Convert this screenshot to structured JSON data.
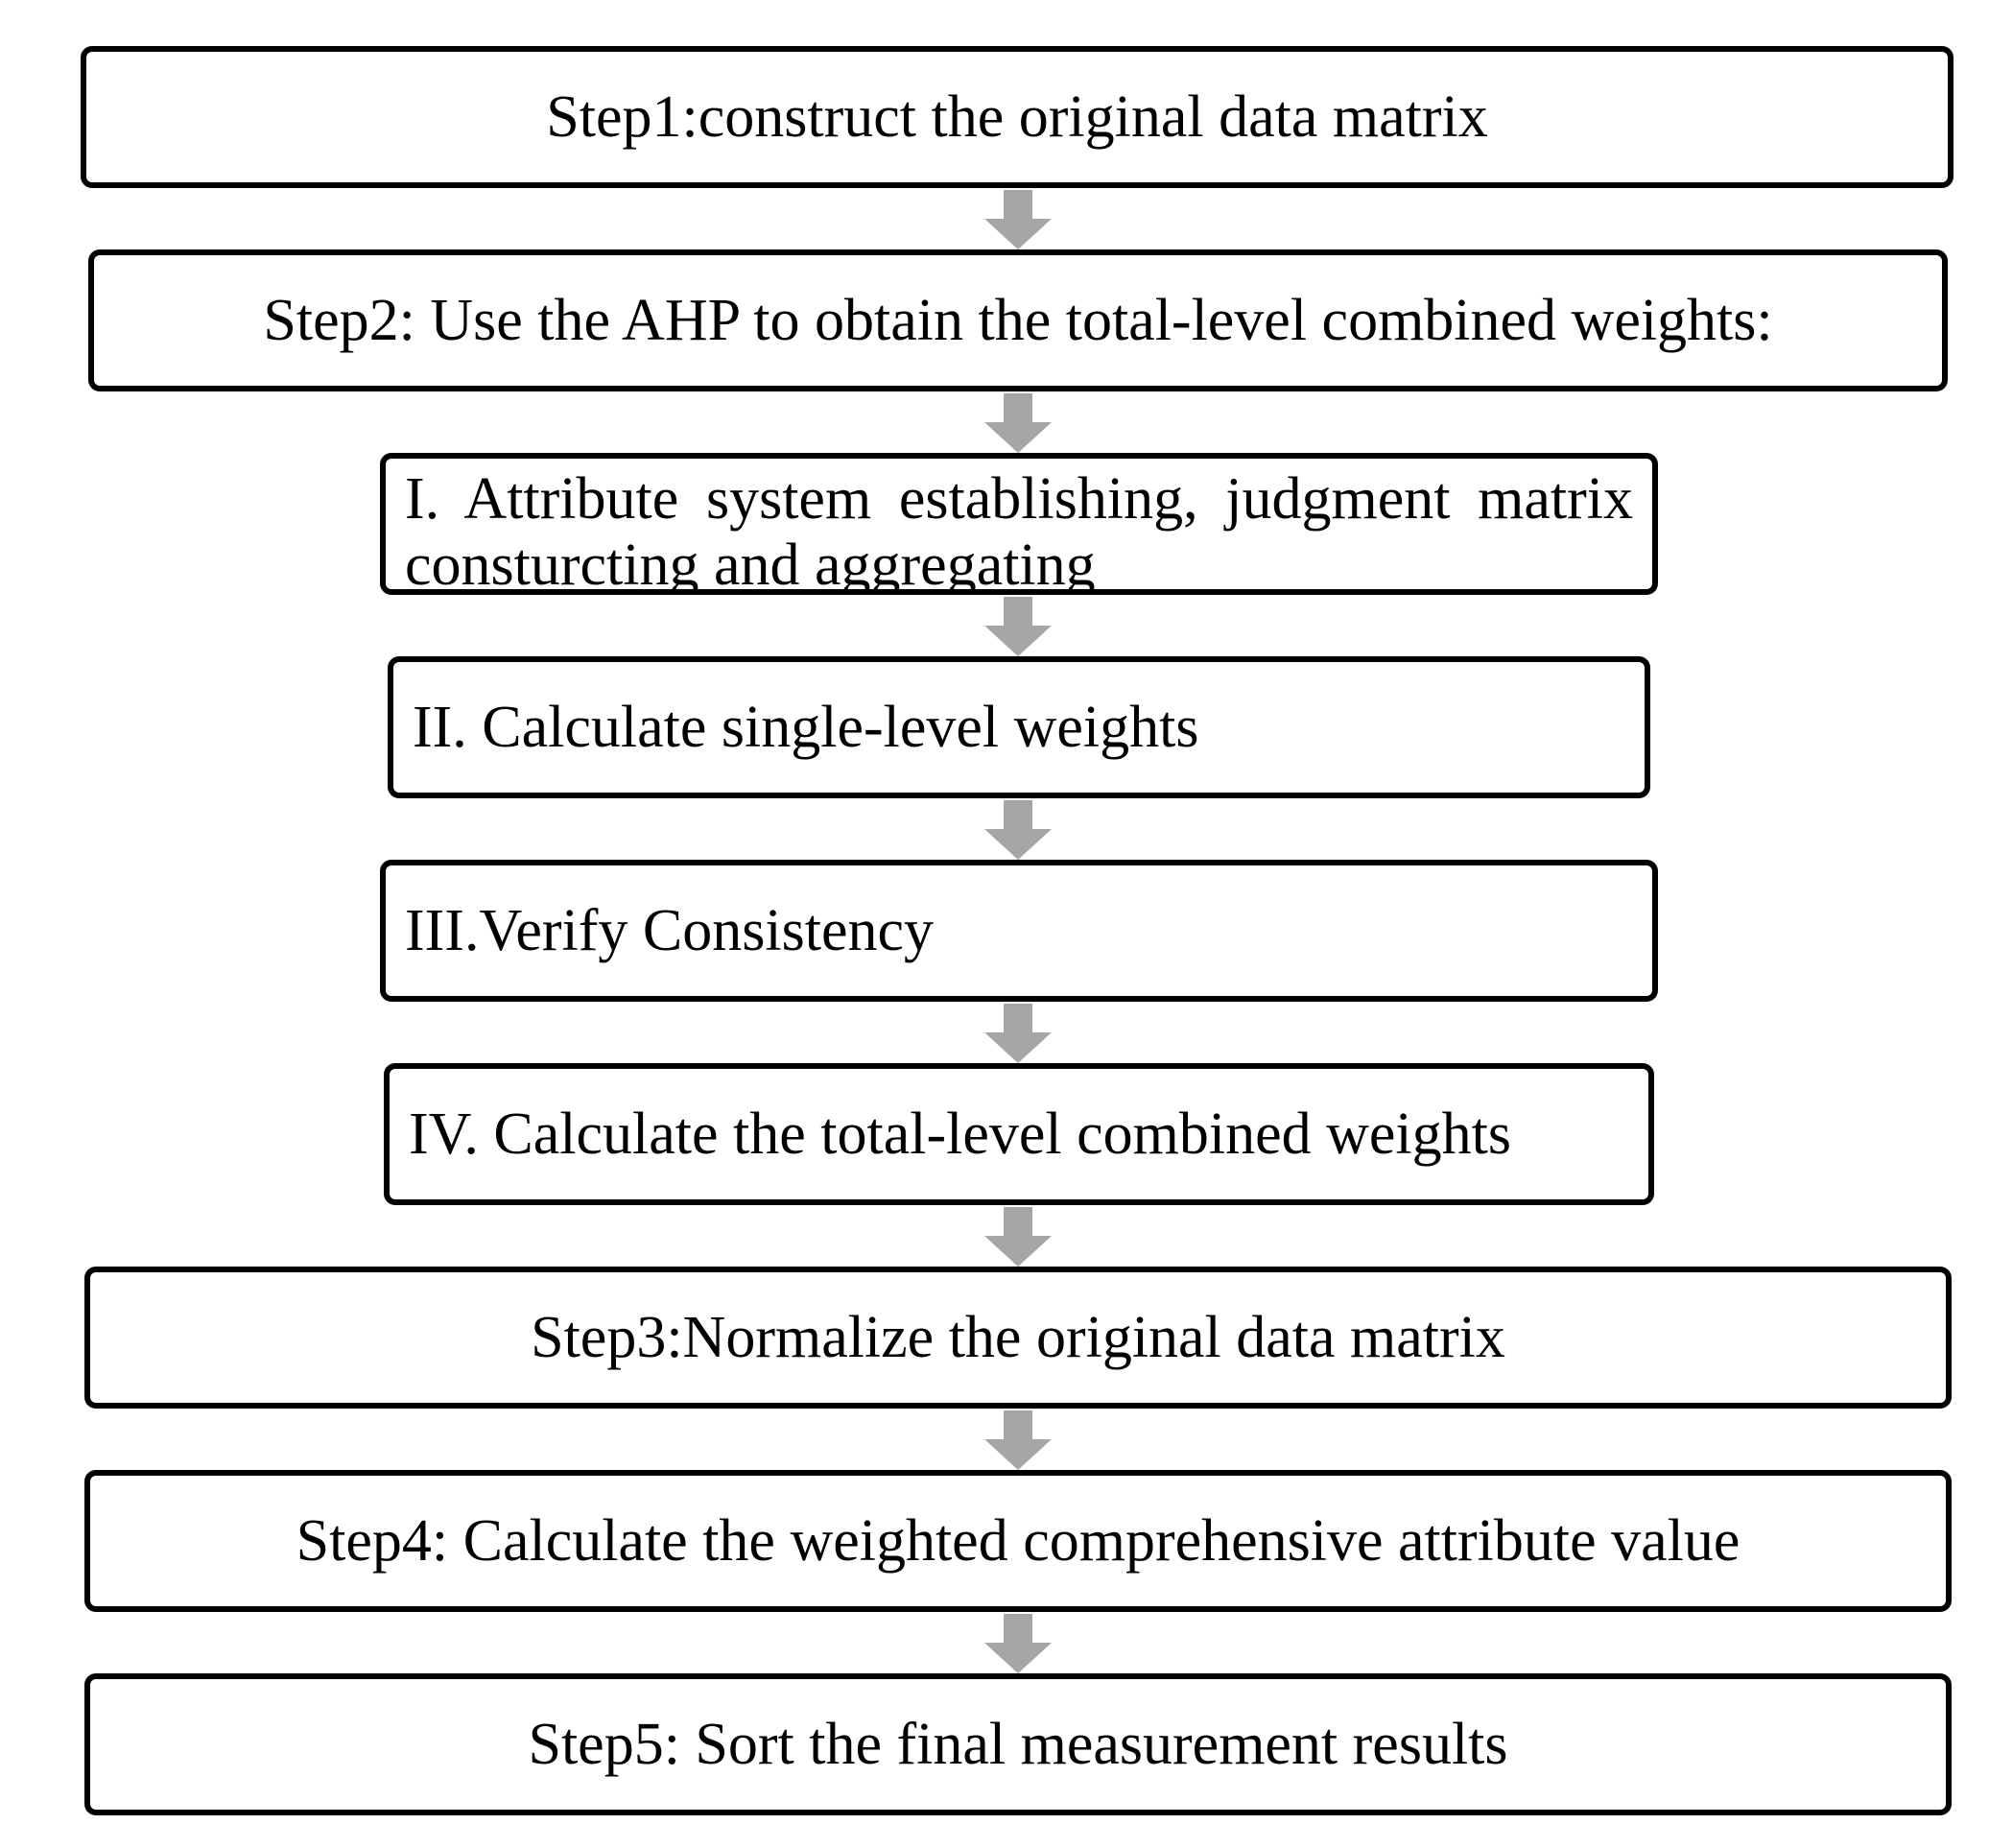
{
  "steps": {
    "step1": "Step1:construct the original data matrix",
    "step2": "Step2: Use the AHP to obtain the total-level combined weights:",
    "sub1": "I. Attribute system establishing, judgment matrix consturcting and aggregating",
    "sub2": "II. Calculate single-level weights",
    "sub3": "III.Verify Consistency",
    "sub4": "IV. Calculate the total-level combined weights",
    "step3": "Step3:Normalize the original data matrix",
    "step4": "Step4: Calculate the weighted comprehensive attribute value",
    "step5": "Step5: Sort the final measurement results"
  },
  "colors": {
    "arrow": "#a6a6a6",
    "border": "#000000"
  }
}
